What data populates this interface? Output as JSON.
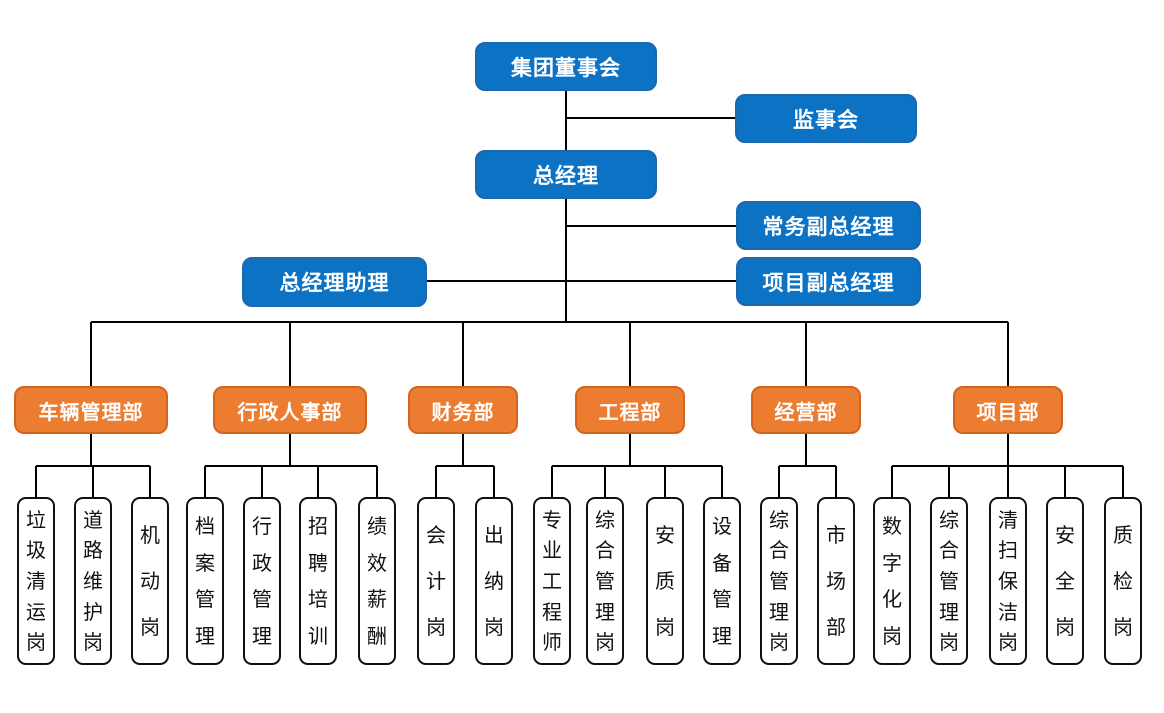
{
  "diagram": {
    "type": "org-chart",
    "nodes": {
      "board": "集团董事会",
      "supervisory": "监事会",
      "general_manager": "总经理",
      "executive_deputy_gm": "常务副总经理",
      "gm_assistant": "总经理助理",
      "project_deputy_gm": "项目副总经理"
    },
    "departments": [
      {
        "label": "车辆管理部",
        "positions": [
          "垃圾清运岗",
          "道路维护岗",
          "机动岗"
        ]
      },
      {
        "label": "行政人事部",
        "positions": [
          "档案管理",
          "行政管理",
          "招聘培训",
          "绩效薪酬"
        ]
      },
      {
        "label": "财务部",
        "positions": [
          "会计岗",
          "出纳岗"
        ]
      },
      {
        "label": "工程部",
        "positions": [
          "专业工程师",
          "综合管理岗",
          "安质岗",
          "设备管理"
        ]
      },
      {
        "label": "经营部",
        "positions": [
          "综合管理岗",
          "市场部"
        ]
      },
      {
        "label": "项目部",
        "positions": [
          "数字化岗",
          "综合管理岗",
          "清扫保洁岗",
          "安全岗",
          "质检岗"
        ]
      }
    ],
    "colors": {
      "executive_fill": "#0C72C4",
      "executive_border": "#2066AC",
      "department_fill": "#EC7C30",
      "department_border": "#D2641F",
      "position_border": "#101010",
      "connector": "#000000"
    }
  }
}
